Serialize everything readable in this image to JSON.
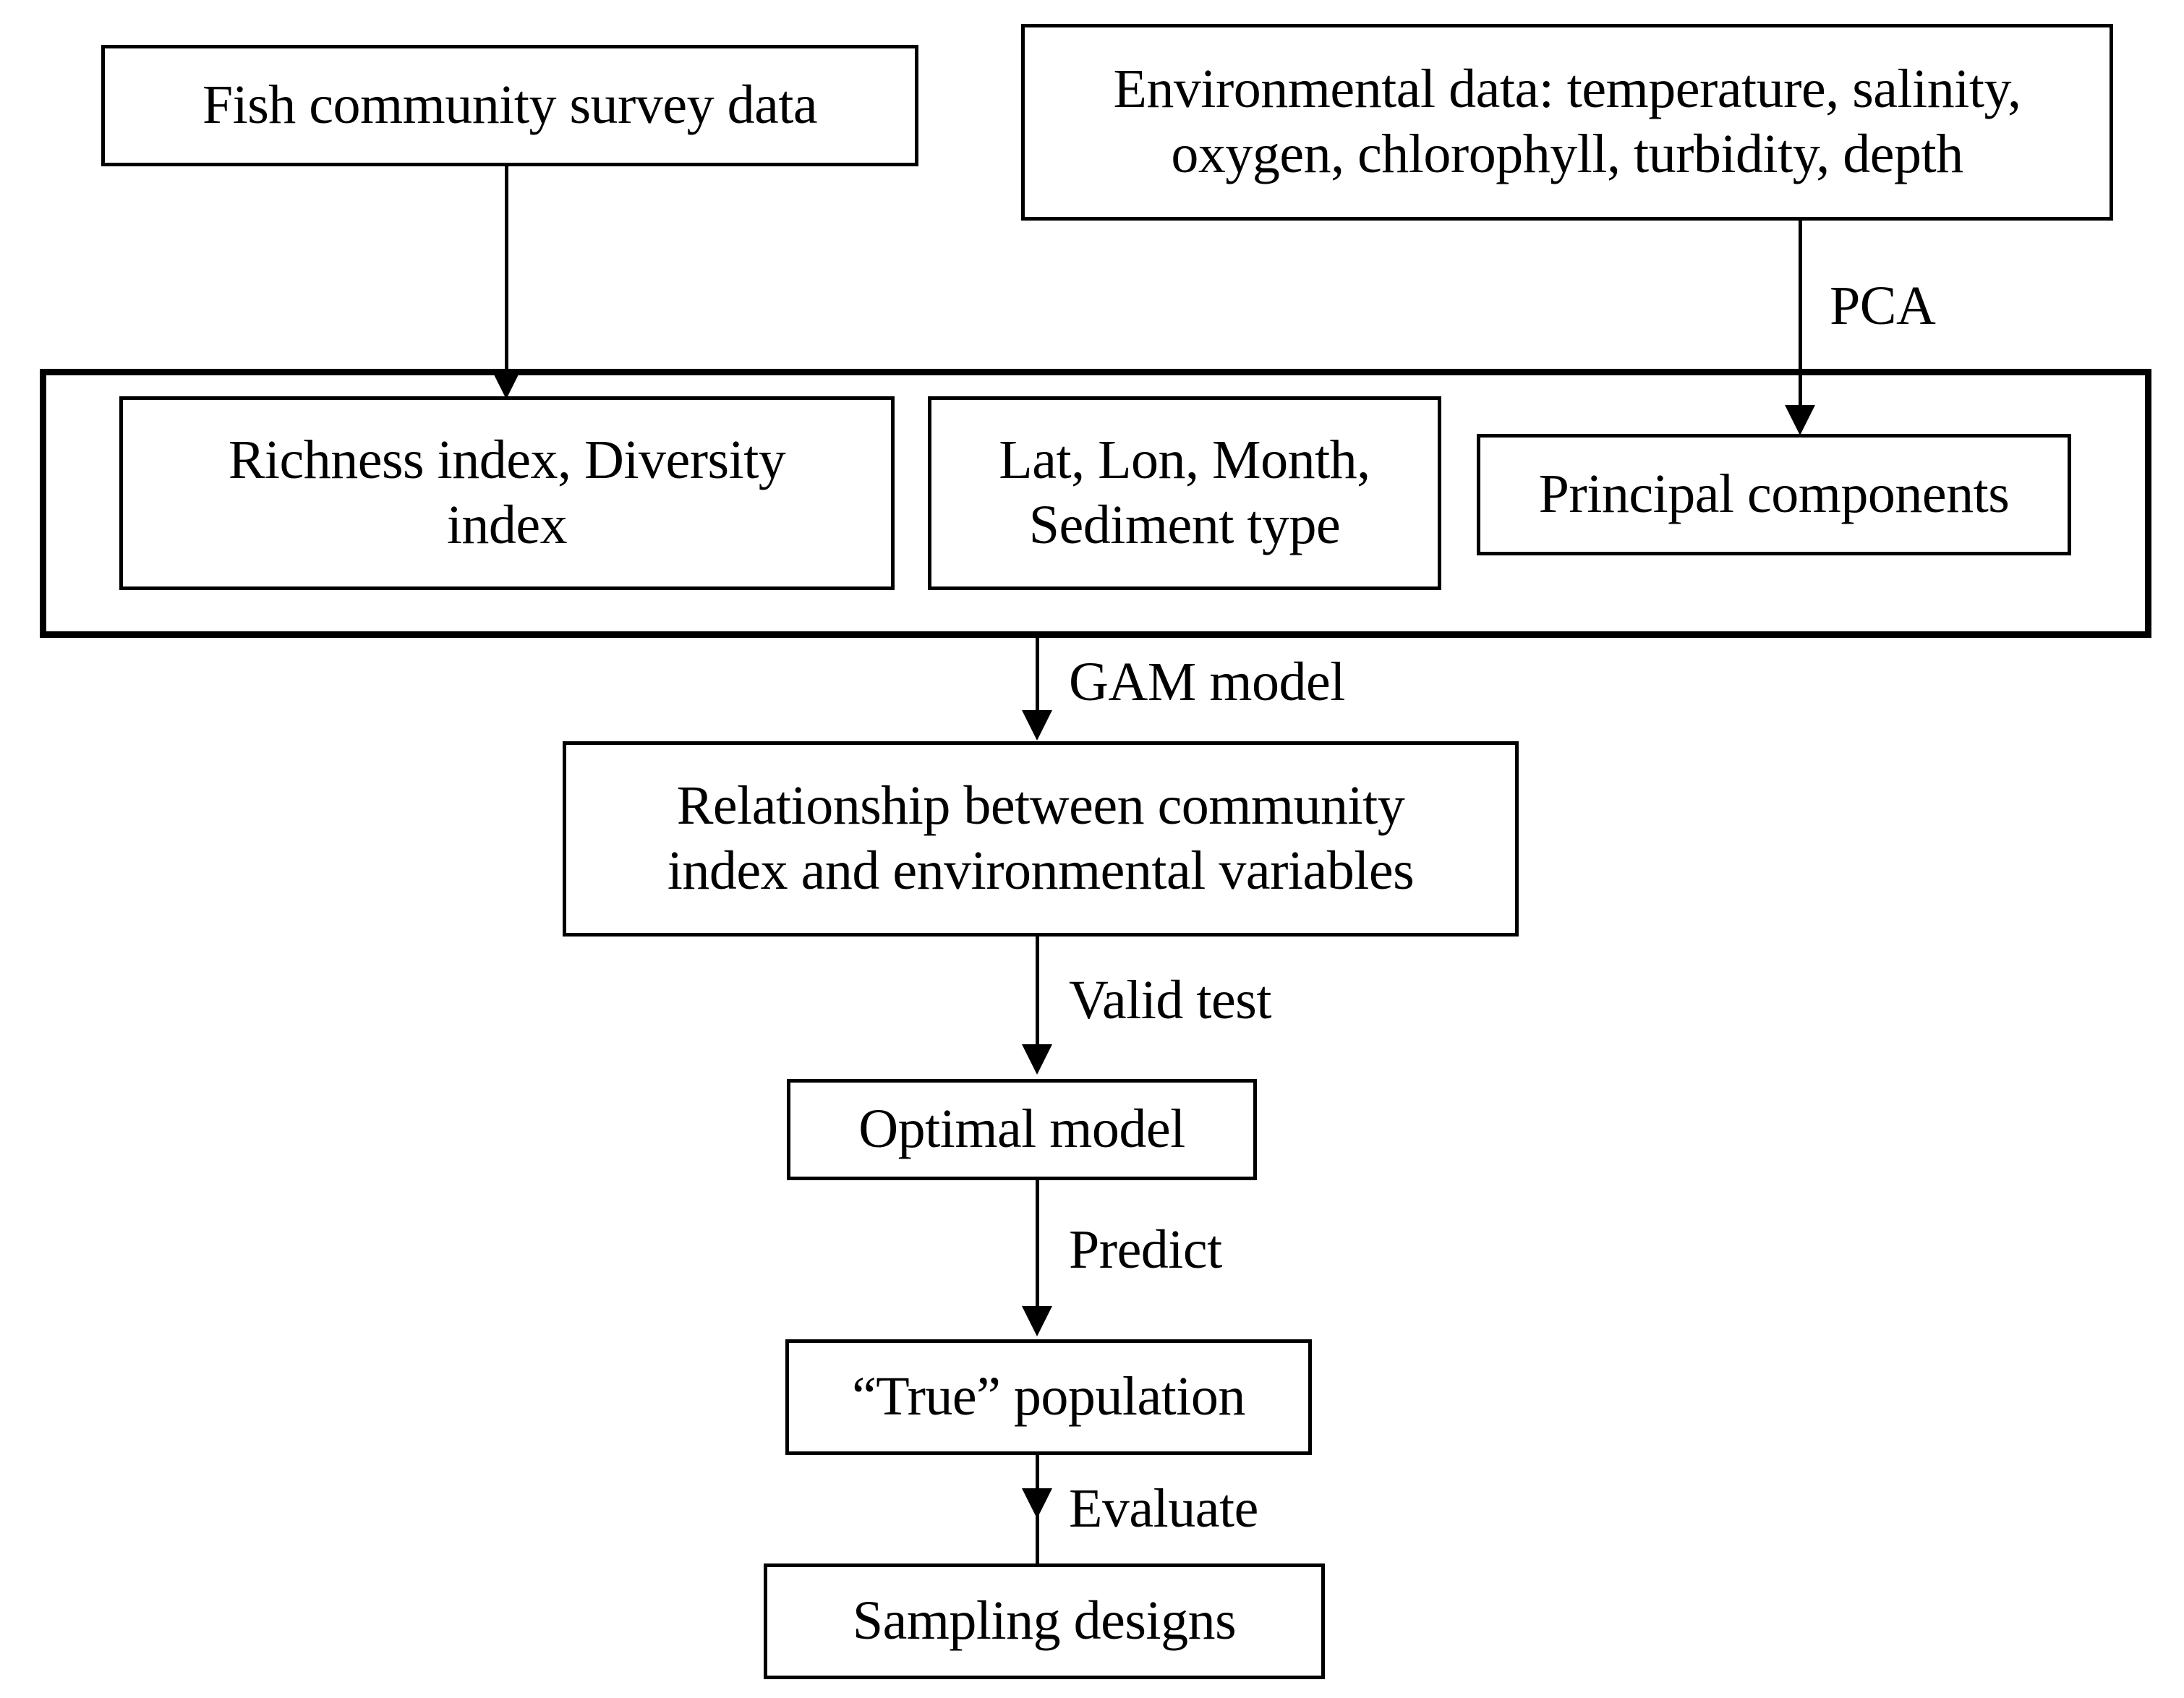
{
  "diagram": {
    "title": "Fish community GAM modelling workflow flowchart",
    "colors": {
      "stroke": "#000000",
      "background": "#ffffff",
      "text": "#000000"
    },
    "nodes": {
      "fish_survey": "Fish community survey data",
      "environmental_data": "Environmental data: temperature, salinity,\noxygen, chlorophyll, turbidity, depth",
      "richness_diversity": "Richness index, Diversity\nindex",
      "spatial_temporal": "Lat, Lon, Month,\nSediment type",
      "principal_components": "Principal components",
      "relationship": "Relationship between community\nindex and environmental variables",
      "optimal_model": "Optimal model",
      "true_population": "“True” population",
      "sampling_designs": "Sampling designs"
    },
    "edge_labels": {
      "pca": "PCA",
      "gam_model": "GAM model",
      "valid_test": "Valid test",
      "predict": "Predict",
      "evaluate": "Evaluate"
    }
  }
}
